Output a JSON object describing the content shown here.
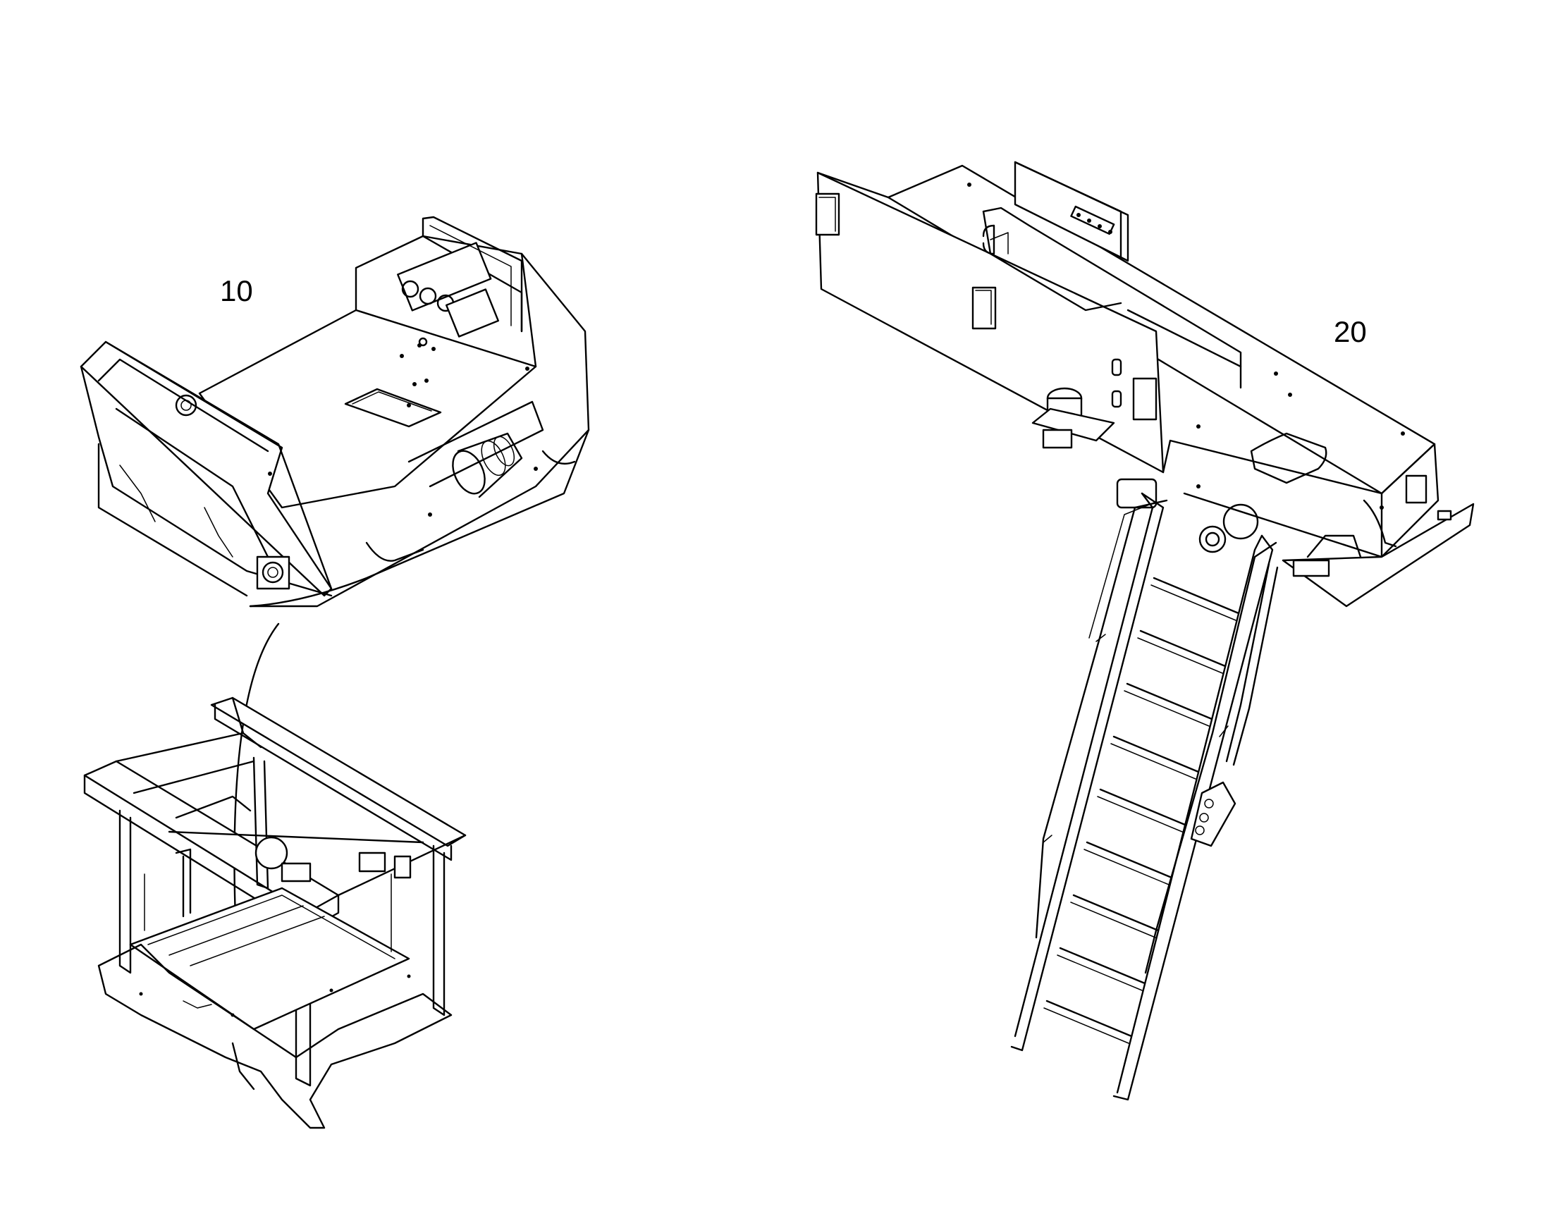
{
  "drawing": {
    "items": [
      {
        "id": "item-10",
        "label": "10"
      },
      {
        "id": "item-20",
        "label": "20"
      }
    ]
  }
}
